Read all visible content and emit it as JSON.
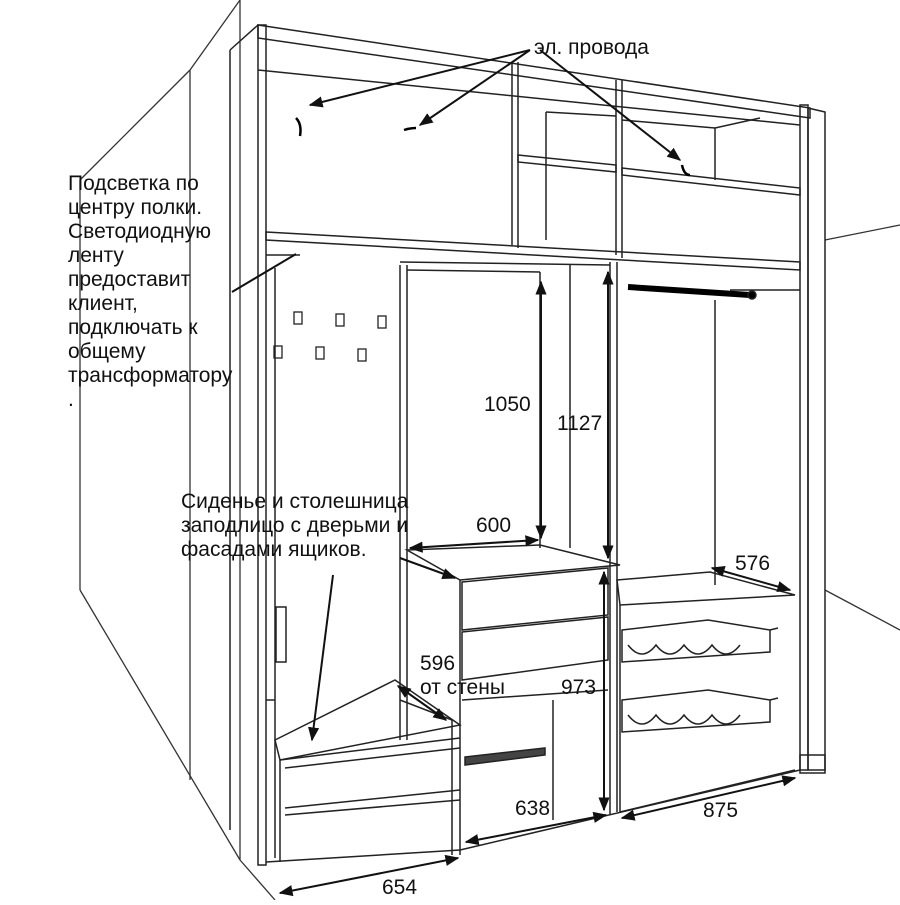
{
  "annotations": {
    "wires": "эл. провода",
    "lighting": "Подсветка по\nцентру полки.\nСветодиодную\nленту\nпредоставит\nклиент,\nподключать к\nобщему\nтрансформатору\n.",
    "seat": "Сиденье и столешница\nзаподлицо с дверьми и\nфасадами ящиков.",
    "wall_offset": "596\nот стены"
  },
  "dimensions": {
    "mirror_height": "1050",
    "niche_height": "1127",
    "table_width": "600",
    "shelf_depth_right": "576",
    "table_height": "973",
    "width_left": "654",
    "width_middle": "638",
    "width_right": "875"
  }
}
